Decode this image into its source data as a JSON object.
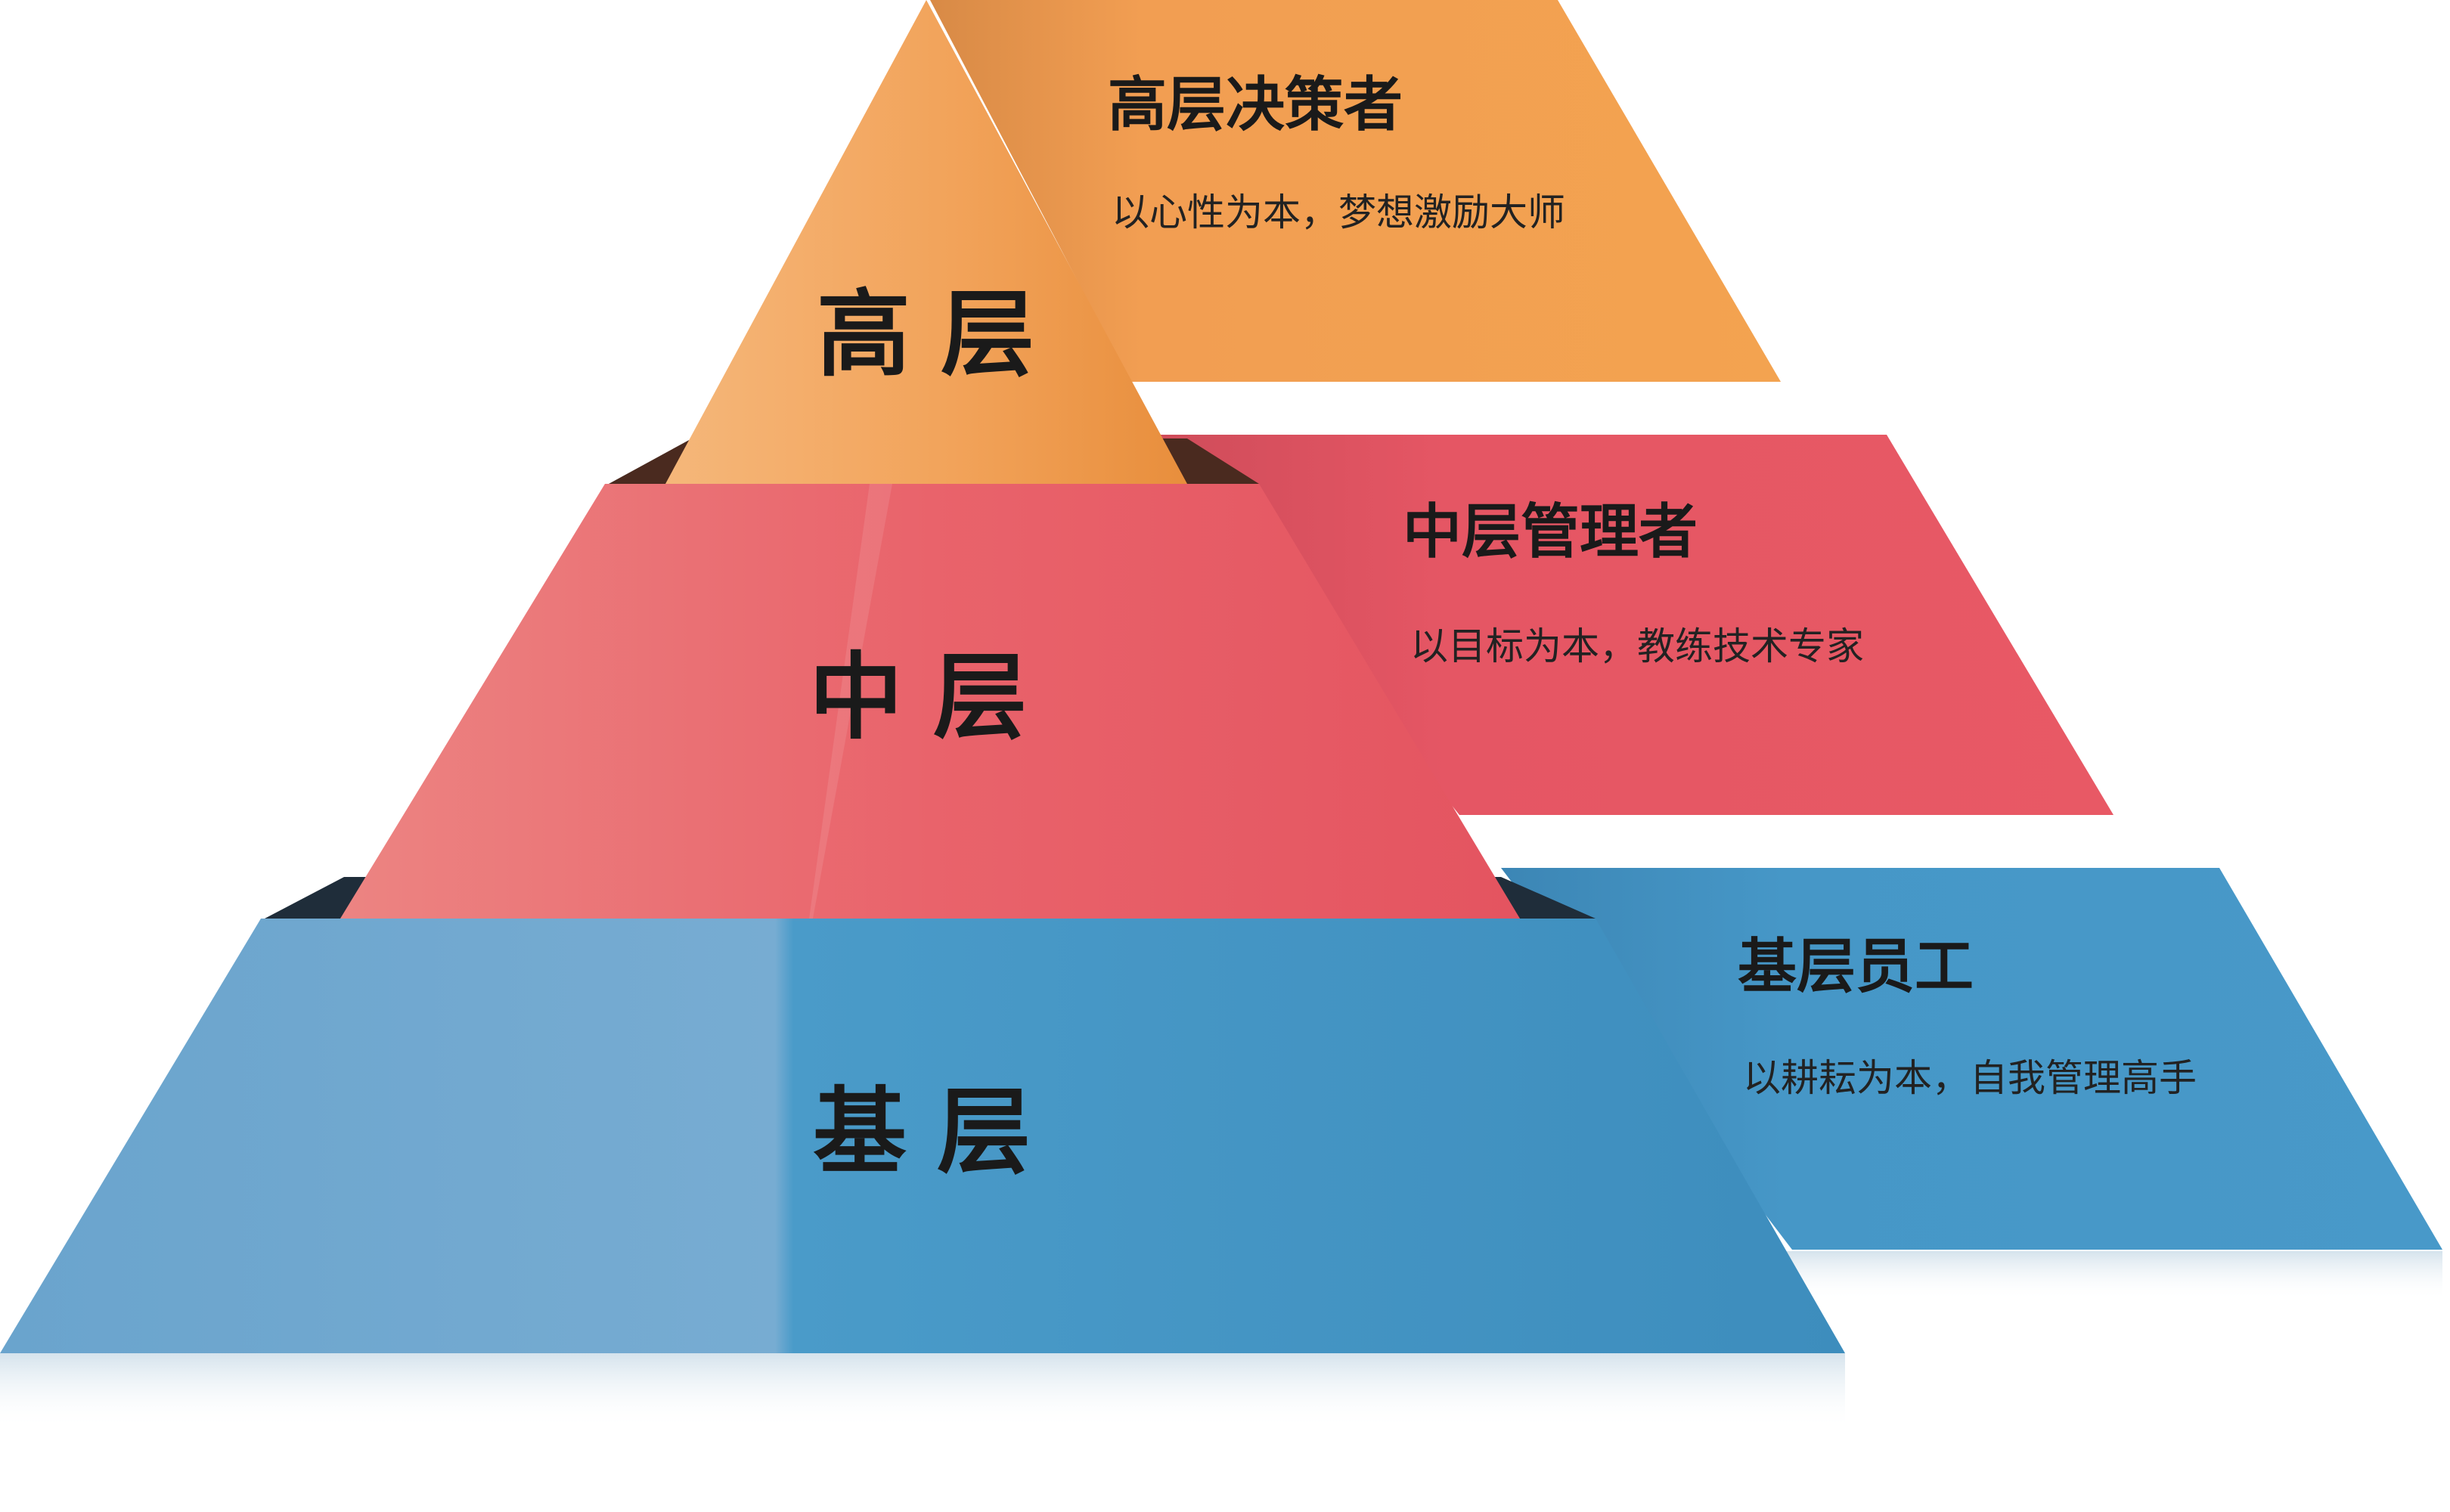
{
  "tiers": [
    {
      "id": "top",
      "label": "高层",
      "title": "高层决策者",
      "description": "以心性为本，梦想激励大师",
      "color": "#f3a04f"
    },
    {
      "id": "middle",
      "label": "中层",
      "title": "中层管理者",
      "description": "以目标为本，教练技术专家",
      "color": "#e85866"
    },
    {
      "id": "base",
      "label": "基层",
      "title": "基层员工",
      "description": "以耕耘为本，自我管理高手",
      "color": "#4798c8"
    }
  ]
}
